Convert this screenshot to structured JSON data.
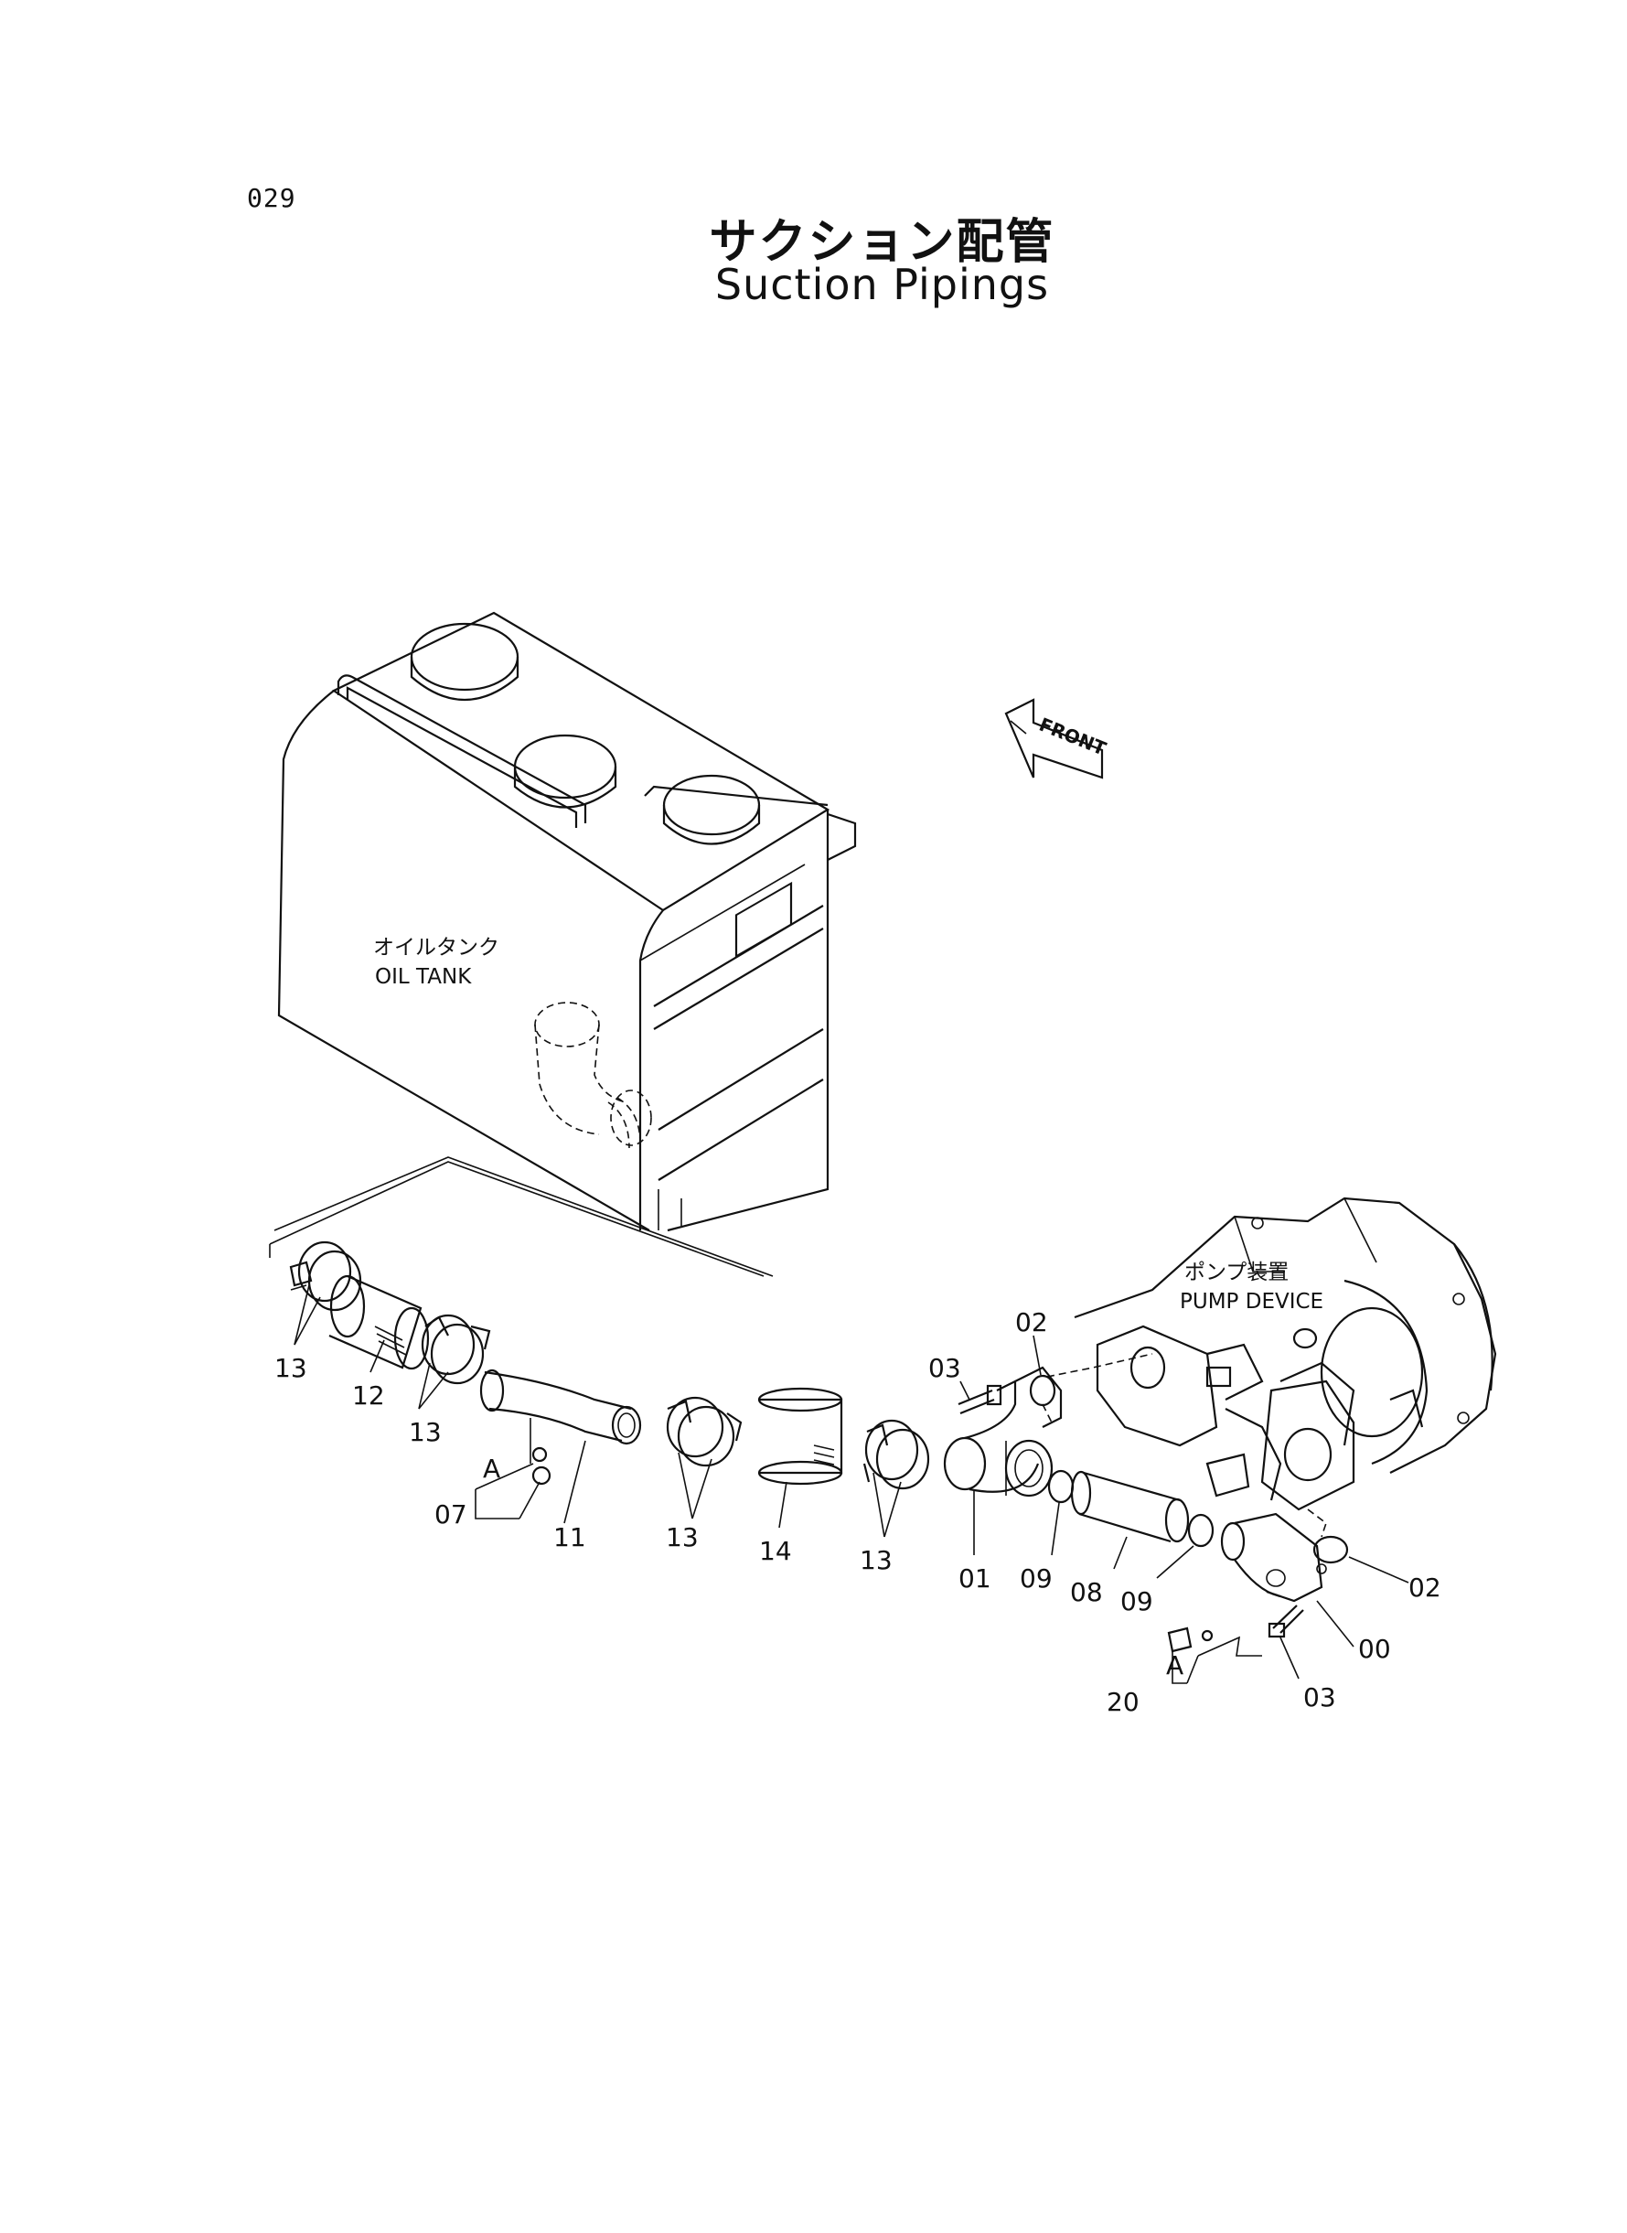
{
  "page_number": "029",
  "title_jp": "サクション配管",
  "title_en": "Suction Pipings",
  "front_label": "FRONT",
  "oil_tank": {
    "jp": "オイルタンク",
    "en": "OIL TANK"
  },
  "pump_device": {
    "jp": "ポンプ装置",
    "en": "PUMP DEVICE"
  },
  "callouts": {
    "c13a": "13",
    "c12": "12",
    "c13b": "13",
    "cA1": "A",
    "c07": "07",
    "c11": "11",
    "c13c": "13",
    "c14": "14",
    "c13d": "13",
    "c03a": "03",
    "c01": "01",
    "c02a": "02",
    "c09a": "09",
    "c08": "08",
    "c09b": "09",
    "c02b": "02",
    "c00": "00",
    "c03b": "03",
    "cA2": "A",
    "c20": "20"
  }
}
